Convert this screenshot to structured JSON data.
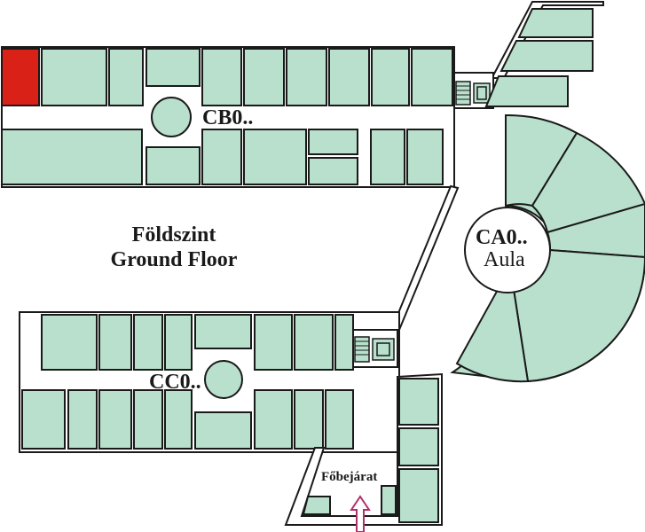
{
  "floor": {
    "name_hu": "Földszint",
    "name_en": "Ground Floor"
  },
  "wings": {
    "cb": {
      "label": "CB0.."
    },
    "cc": {
      "label": "CC0.."
    },
    "ca": {
      "label": "CA0..",
      "sublabel": "Aula"
    }
  },
  "entrance": {
    "label": "Főbejárat"
  },
  "colors": {
    "room_fill": "#b8e0cc",
    "highlight_room": "#d92118",
    "outline": "#1a1a1a",
    "entrance_arrow": "#b0306a"
  },
  "icons": {
    "entrance_arrow": "up-arrow-icon",
    "stairs": "stairs-icon"
  }
}
